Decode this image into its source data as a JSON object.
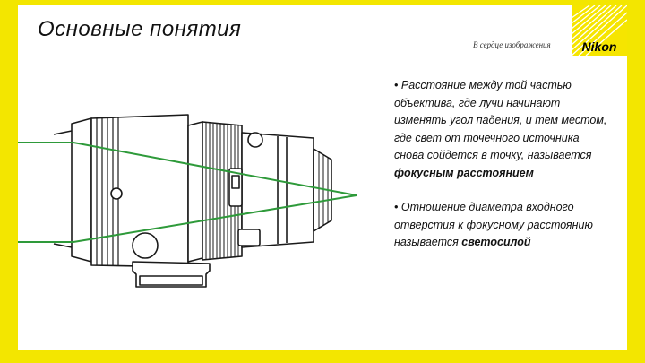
{
  "slide": {
    "title": "Основные понятия",
    "tagline": "В сердце изображения",
    "logo_text": "Nikon"
  },
  "bullets": [
    {
      "marker": "•",
      "text": " Расстояние между той частью объектива, где лучи начинают изменять угол падения, и тем местом, где свет от точечного источника снова сойдется в точку, называется ",
      "term": "фокусным расстоянием"
    },
    {
      "marker": "•",
      "text": " Отношение диаметра входного отверстия к фокусному расстоянию называется ",
      "term": "светосилой"
    }
  ],
  "colors": {
    "frame": "#f3e600",
    "ray": "#2e9a3a",
    "lens_line": "#1a1a1a"
  },
  "icons": [
    "nikon-logo",
    "lens-diagram"
  ]
}
